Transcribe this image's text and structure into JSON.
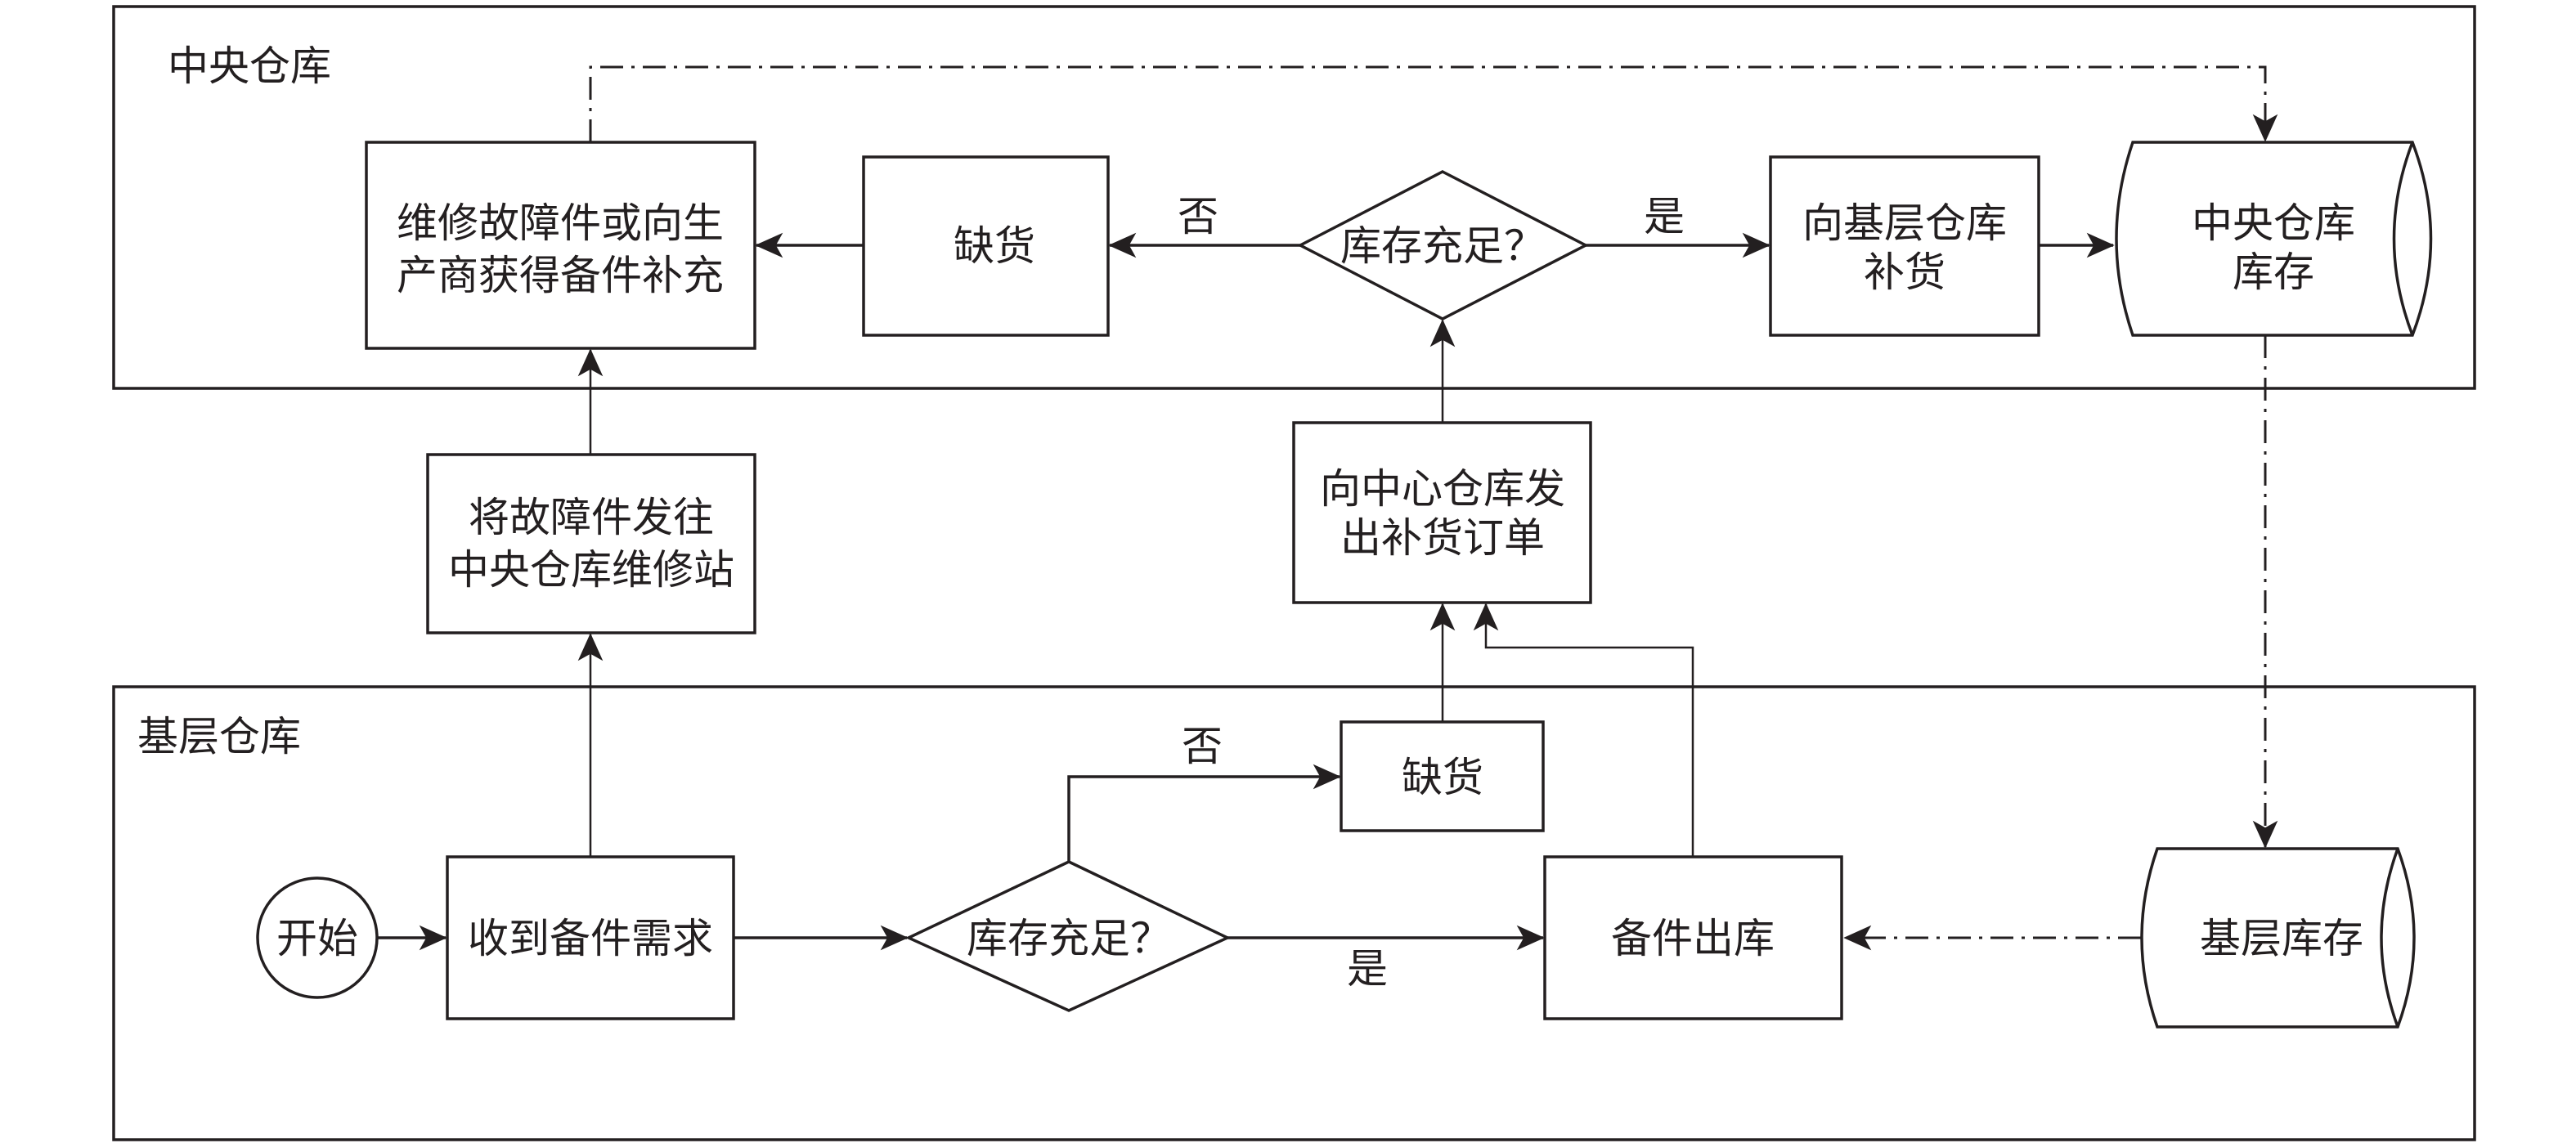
{
  "diagram": {
    "type": "cross-functional flowchart",
    "lanes": {
      "central": {
        "label": "中央仓库"
      },
      "base": {
        "label": "基层仓库"
      }
    },
    "nodes": {
      "repair_or_supplier": {
        "shape": "rect",
        "lines": [
          "维修故障件或向生",
          "产商获得备件补充"
        ]
      },
      "central_shortage": {
        "shape": "rect",
        "lines": [
          "缺货"
        ]
      },
      "central_decision": {
        "shape": "diamond",
        "lines": [
          "库存充足？"
        ]
      },
      "replenish_base": {
        "shape": "rect",
        "lines": [
          "向基层仓库",
          "补货"
        ]
      },
      "central_stock": {
        "shape": "cylinder",
        "lines": [
          "中央仓库",
          "库存"
        ]
      },
      "send_faulty": {
        "shape": "rect",
        "lines": [
          "将故障件发往",
          "中央仓库维修站"
        ]
      },
      "issue_order": {
        "shape": "rect",
        "lines": [
          "向中心仓库发",
          "出补货订单"
        ]
      },
      "start": {
        "shape": "ellipse",
        "lines": [
          "开始"
        ]
      },
      "receive_demand": {
        "shape": "rect",
        "lines": [
          "收到备件需求"
        ]
      },
      "base_decision": {
        "shape": "diamond",
        "lines": [
          "库存充足？"
        ]
      },
      "base_shortage": {
        "shape": "rect",
        "lines": [
          "缺货"
        ]
      },
      "issue_parts": {
        "shape": "rect",
        "lines": [
          "备件出库"
        ]
      },
      "base_stock": {
        "shape": "cylinder",
        "lines": [
          "基层库存"
        ]
      }
    },
    "edge_labels": {
      "central_no": "否",
      "central_yes": "是",
      "base_no": "否",
      "base_yes": "是"
    },
    "edges": [
      {
        "from": "start",
        "to": "receive_demand",
        "style": "solid"
      },
      {
        "from": "receive_demand",
        "to": "base_decision",
        "style": "solid"
      },
      {
        "from": "base_decision",
        "to": "issue_parts",
        "style": "solid",
        "label": "是"
      },
      {
        "from": "base_decision",
        "to": "base_shortage",
        "style": "solid",
        "label": "否"
      },
      {
        "from": "base_shortage",
        "to": "issue_order",
        "style": "solid"
      },
      {
        "from": "issue_parts",
        "to": "issue_order",
        "style": "solid"
      },
      {
        "from": "base_stock",
        "to": "issue_parts",
        "style": "dash-dot"
      },
      {
        "from": "receive_demand",
        "to": "send_faulty",
        "style": "solid"
      },
      {
        "from": "send_faulty",
        "to": "repair_or_supplier",
        "style": "solid"
      },
      {
        "from": "issue_order",
        "to": "central_decision",
        "style": "solid"
      },
      {
        "from": "central_decision",
        "to": "central_shortage",
        "style": "solid",
        "label": "否"
      },
      {
        "from": "central_shortage",
        "to": "repair_or_supplier",
        "style": "solid"
      },
      {
        "from": "central_decision",
        "to": "replenish_base",
        "style": "solid",
        "label": "是"
      },
      {
        "from": "replenish_base",
        "to": "central_stock",
        "style": "solid"
      },
      {
        "from": "repair_or_supplier",
        "to": "central_stock",
        "style": "dash-dot"
      },
      {
        "from": "central_stock",
        "to": "base_stock",
        "style": "dash-dot"
      }
    ]
  }
}
